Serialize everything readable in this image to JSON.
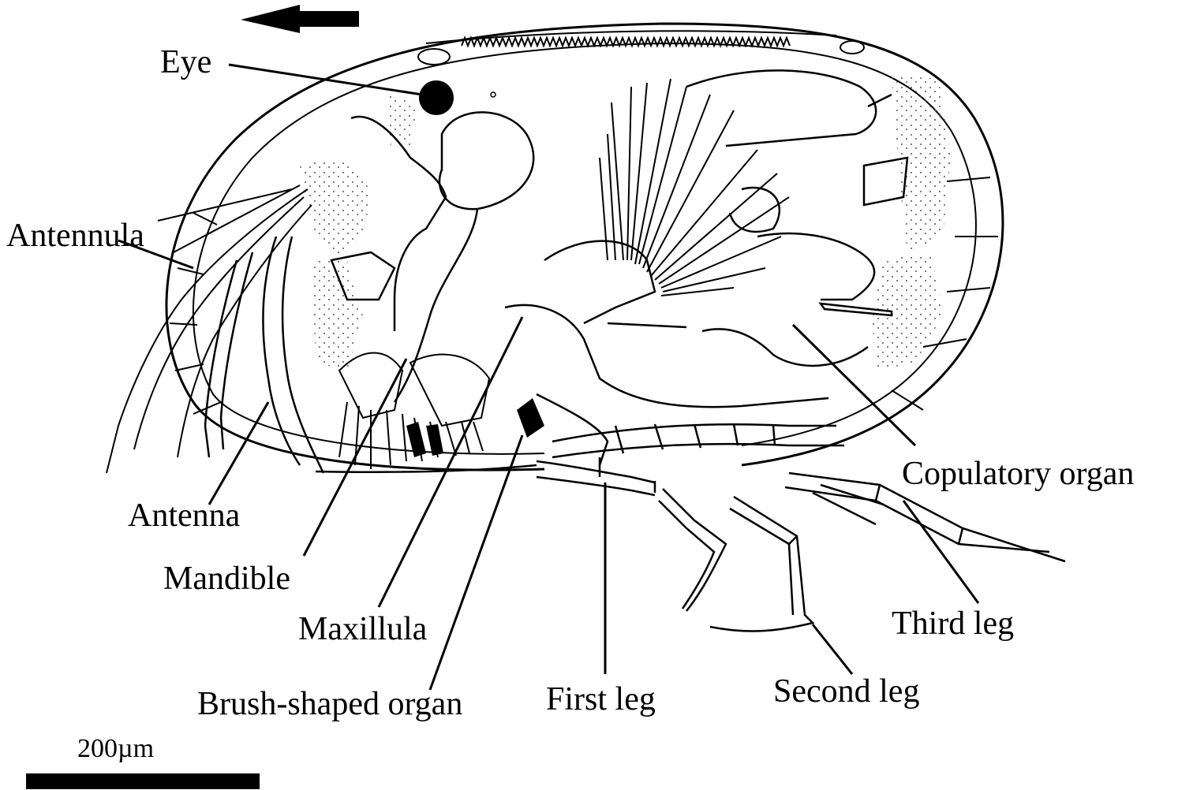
{
  "labels": {
    "eye": "Eye",
    "antennula": "Antennula",
    "antenna": "Antenna",
    "mandible": "Mandible",
    "maxillula": "Maxillula",
    "brush_organ": "Brush-shaped organ",
    "first_leg": "First leg",
    "second_leg": "Second leg",
    "third_leg": "Third leg",
    "copulatory_organ": "Copulatory organ"
  },
  "scale_bar": {
    "label": "200µm"
  },
  "colors": {
    "ink": "#000000",
    "background": "#ffffff"
  }
}
